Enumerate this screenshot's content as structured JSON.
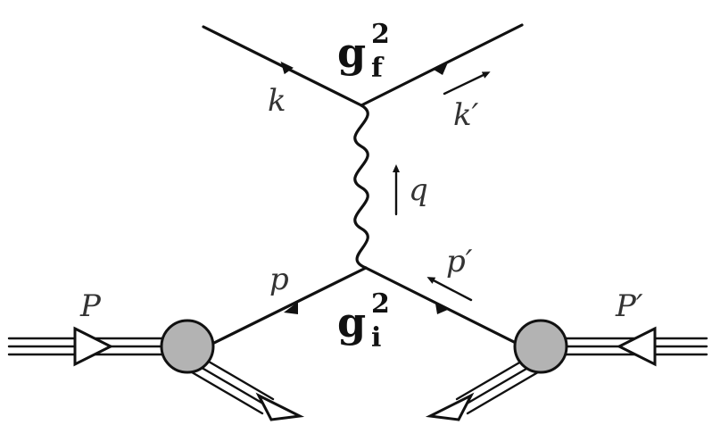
{
  "labels": {
    "k": "k",
    "k_prime": "k′",
    "q": "q",
    "p": "p",
    "p_prime": "p′",
    "P": "P",
    "P_prime": "P′"
  },
  "couplings": {
    "top": {
      "base": "g",
      "sub": "f",
      "sup": "2"
    },
    "bottom": {
      "base": "g",
      "sub": "i",
      "sup": "2"
    }
  },
  "colors": {
    "line": "#111111",
    "blob_fill": "#b3b3b3",
    "background": "#ffffff"
  },
  "icons": {
    "propagator": "wavy-line",
    "incoming_hadron": "triple-line-with-hollow-arrow",
    "blob": "grey-circle"
  }
}
